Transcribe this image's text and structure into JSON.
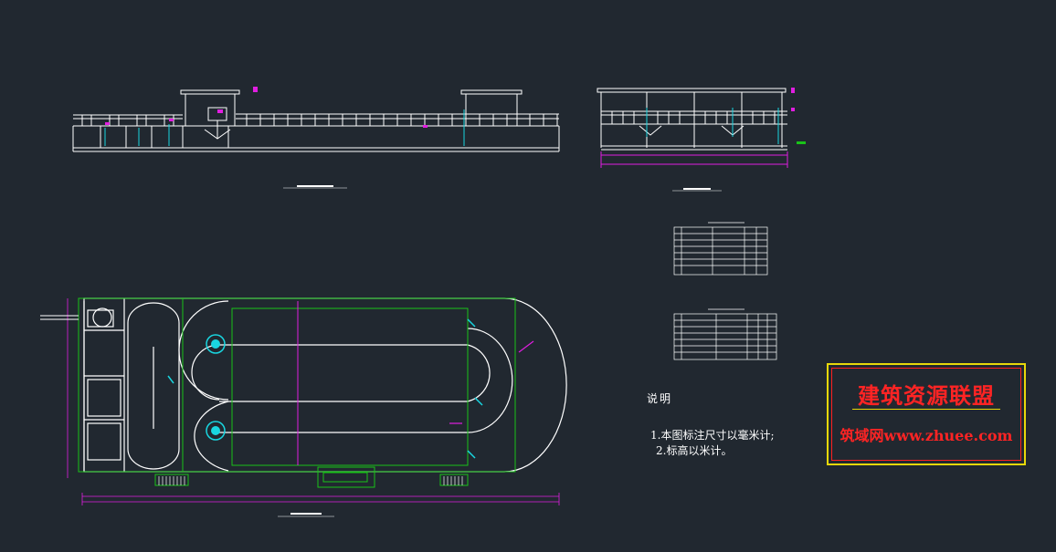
{
  "notes": {
    "title": "说明",
    "items": [
      "1.本图标注尺寸以毫米计;",
      "2.标高以米计。"
    ]
  },
  "brand": {
    "title": "建筑资源联盟",
    "url": "筑域网www.zhuee.com"
  },
  "colors": {
    "background": "#212830",
    "line": "#ffffff",
    "green": "#19c219",
    "magenta": "#e01ee0",
    "cyan": "#19d6e0",
    "red": "#ff2424",
    "yellow": "#e8d80a"
  }
}
